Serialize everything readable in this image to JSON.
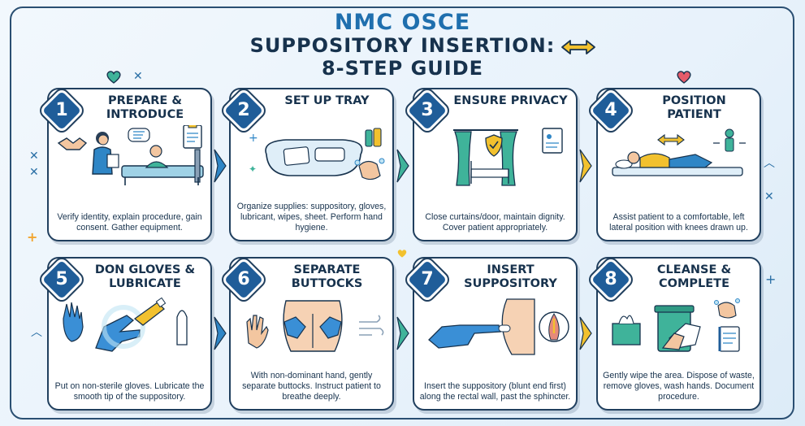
{
  "title": {
    "line1": "NMC OSCE",
    "line2": "SUPPOSITORY INSERTION:",
    "line3": "8-STEP GUIDE"
  },
  "steps": [
    {
      "number": "1",
      "title": "PREPARE & INTRODUCE",
      "desc": "Verify identity, explain procedure, gain consent. Gather equipment."
    },
    {
      "number": "2",
      "title": "SET UP TRAY",
      "desc": "Organize supplies: suppository, gloves, lubricant, wipes, sheet. Perform hand hygiene."
    },
    {
      "number": "3",
      "title": "ENSURE PRIVACY",
      "desc": "Close curtains/door, maintain dignity. Cover patient appropriately."
    },
    {
      "number": "4",
      "title": "POSITION PATIENT",
      "desc": "Assist patient to a comfortable, left lateral position with knees drawn up."
    },
    {
      "number": "5",
      "title": "DON GLOVES & LUBRICATE",
      "desc": "Put on non-sterile gloves. Lubricate the smooth tip of the suppository."
    },
    {
      "number": "6",
      "title": "SEPARATE BUTTOCKS",
      "desc": "With non-dominant hand, gently separate buttocks. Instruct patient to breathe deeply."
    },
    {
      "number": "7",
      "title": "INSERT SUPPOSITORY",
      "desc": "Insert the suppository (blunt end first) along the rectal wall, past the sphincter."
    },
    {
      "number": "8",
      "title": "CLEANSE & COMPLETE",
      "desc": "Gently wipe the area. Dispose of waste, remove gloves, wash hands. Document procedure."
    }
  ],
  "colors": {
    "accent": "#1f6fae",
    "navy": "#17324d",
    "arrow_blue": "#2f86c6",
    "arrow_teal": "#3fb39a",
    "arrow_yellow": "#f2c12e",
    "glove": "#3a8fd6"
  },
  "icons": [
    "handshake-icon",
    "clipboard-icon",
    "tray-icon",
    "hand-wash-icon",
    "curtain-icon",
    "shield-icon",
    "patient-lying-icon",
    "glove-icon",
    "lubricant-tube-icon",
    "suppository-icon",
    "hands-separating-icon",
    "breath-icon",
    "insertion-icon",
    "tissue-box-icon",
    "bin-icon",
    "document-icon",
    "heart-icon"
  ]
}
